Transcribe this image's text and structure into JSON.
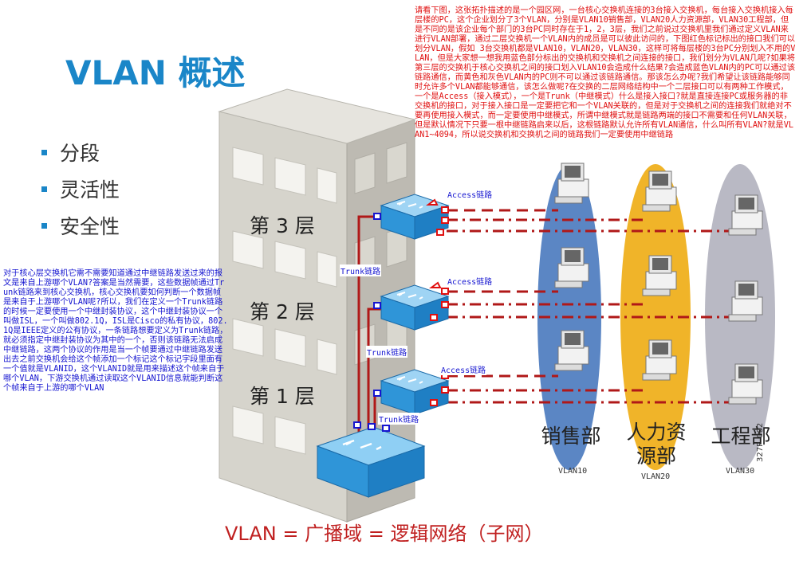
{
  "title": "VLAN 概述",
  "bullets": [
    "分段",
    "灵活性",
    "安全性"
  ],
  "note_red": "请看下图，这张拓扑描述的是一个园区网，一台核心交换机连接的3台接入交换机，每台接入交换机接入每层楼的PC，这个企业划分了3个VLAN，分别是VLAN10销售部，VLAN20人力资源部，VLAN30工程部，但是不同的是该企业每个部门的3台PC同时存在于1，2，3层，我们之前说过交换机里我们通过定义VLAN来进行VLAN部署，通过二层交换机一个VLAN内的成员是可以彼此访问的，下图红色标记标出的接口我们可以划分VLAN，假如 3台交换机都是VLAN10，VLAN20，VLAN30，这样可将每层楼的3台PC分别划入不用的VLAN，但是大家想一想我用蓝色部分标出的交换机和交换机之间连接的接口，我们划分为VLAN几呢?如果将第三层的交换机于核心交换机之间的接口划入VLAN10会造成什么结果?会造成蓝色VLAN内的PC可以通过该链路通信，而黄色和灰色VLAN内的PC则不可以通过该链路通信。那该怎么办呢?我们希望让该链路能够同时允许多个VLAN都能够通信，该怎么做呢?在交换的二层网络结构中一个二层接口可以有两种工作模式，一个是Access（接入模式），一个是Trunk（中继模式）什么是接入接口?就是直接连接PC或服务器的非交换机的接口，对于接入接口是一定要把它和一个VLAN关联的，但是对于交换机之间的连接我们就绝对不要再使用接入模式，而一定要使用中继模式，所谓中继模式就是链路两端的接口不需要和任何VLAN关联，但是默认情况下只要一根中继链路启来以后，这根链路默认允许所有VLAN通信，什么叫所有VLAN?就是VLAN1~4094，所以说交换机和交换机之间的链路我们一定要使用中继链路",
  "note_blue": "对于核心层交换机它需不需要知道通过中继链路发送过来的报文是来自上游哪个VLAN?答案是当然需要，这些数据帧通过Trunk链路来到核心交换机，核心交换机要如何判断一个数据帧是来自于上游哪个VLAN呢?所以，我们在定义一个Trunk链路的时候一定要使用一个中继封装协议，这个中继封装协议一个叫做ISL，一个叫做802.1Q，ISL是Cisco的私有协议，802.1Q是IEEE定义的公有协议，一条链路想要定义为Trunk链路，就必须指定中继封装协议为其中的一个，否则该链路无法启成中继链路，这两个协议的作用是当一个帧要通过中继链路发送出去之前交换机会给这个帧添加一个标记这个标记字段里面有一个值就是VLANID，这个VLANID就是用来描述这个帧来自于哪个VLAN，下游交换机通过读取这个VLANID信息就能判断这个帧来自于上游的哪个VLAN",
  "floors": [
    "第 3 层",
    "第 2 层",
    "第 1 层"
  ],
  "access_label": "Access链路",
  "trunk_label": "Trunk链路",
  "departments": [
    {
      "name": "销售部",
      "vlan": "VLAN10",
      "color": "#5b86c4"
    },
    {
      "name": "人力资\n源部",
      "vlan": "VLAN20",
      "color": "#f0b429"
    },
    {
      "name": "工程部",
      "vlan": "VLAN30",
      "color": "#b9b9c4"
    }
  ],
  "footer": "VLAN = 广播域 = 逻辑网络（子网）",
  "figure_code": "327P_002",
  "colors": {
    "title": "#1a86c8",
    "link": "#b01818",
    "switch": "#2f95d8",
    "red_note": "#e01010",
    "blue_note": "#1515d0"
  }
}
